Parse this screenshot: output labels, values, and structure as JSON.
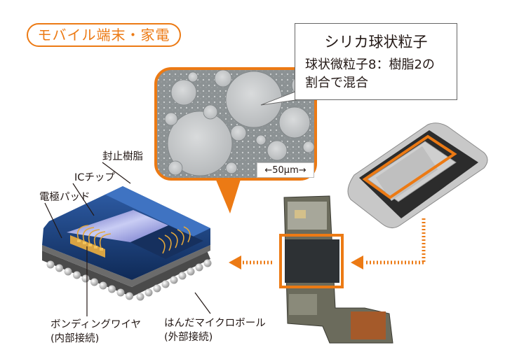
{
  "category_tag": "モバイル端末・家電",
  "callout": {
    "title": "シリカ球状粒子",
    "line1": "球状微粒子8：樹脂2の",
    "line2": "割合で混合"
  },
  "scale_bar": "←50μm→",
  "labels": {
    "encapsulant": "封止樹脂",
    "ic_chip": "ICチップ",
    "electrode_pad": "電極パッド",
    "bonding_wire": "ボンディングワイヤ",
    "bonding_wire_note": "(内部接続)",
    "solder_ball": "はんだマイクロボール",
    "solder_ball_note": "(外部接続)"
  },
  "colors": {
    "accent": "#ec7a14",
    "resin": "#1b3f7a",
    "chip": "#8a90d6",
    "substrate": "#4a4a4a",
    "text": "#231815"
  }
}
